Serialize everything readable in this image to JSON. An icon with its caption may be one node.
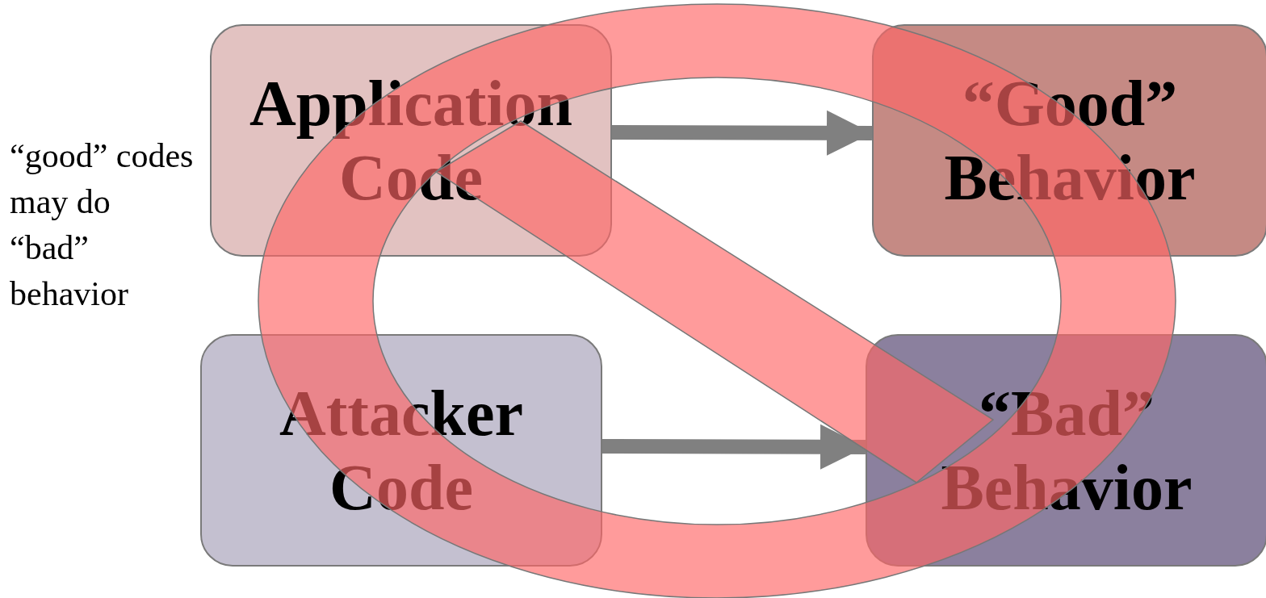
{
  "diagram": {
    "nodes": [
      {
        "text": [
          "Application Code"
        ]
      },
      {
        "text": [
          "“Good” Behavior"
        ]
      },
      {
        "text": [
          "Attacker Code"
        ]
      },
      {
        "text": [
          "“Bad” Behavior"
        ]
      }
    ],
    "edges": [
      {
        "from": 0,
        "to": 1,
        "arrow": "to"
      },
      {
        "from": 2,
        "to": 3,
        "arrow": "to"
      }
    ],
    "labels": [
      "“good” codes may do “bad” behavior"
    ]
  }
}
